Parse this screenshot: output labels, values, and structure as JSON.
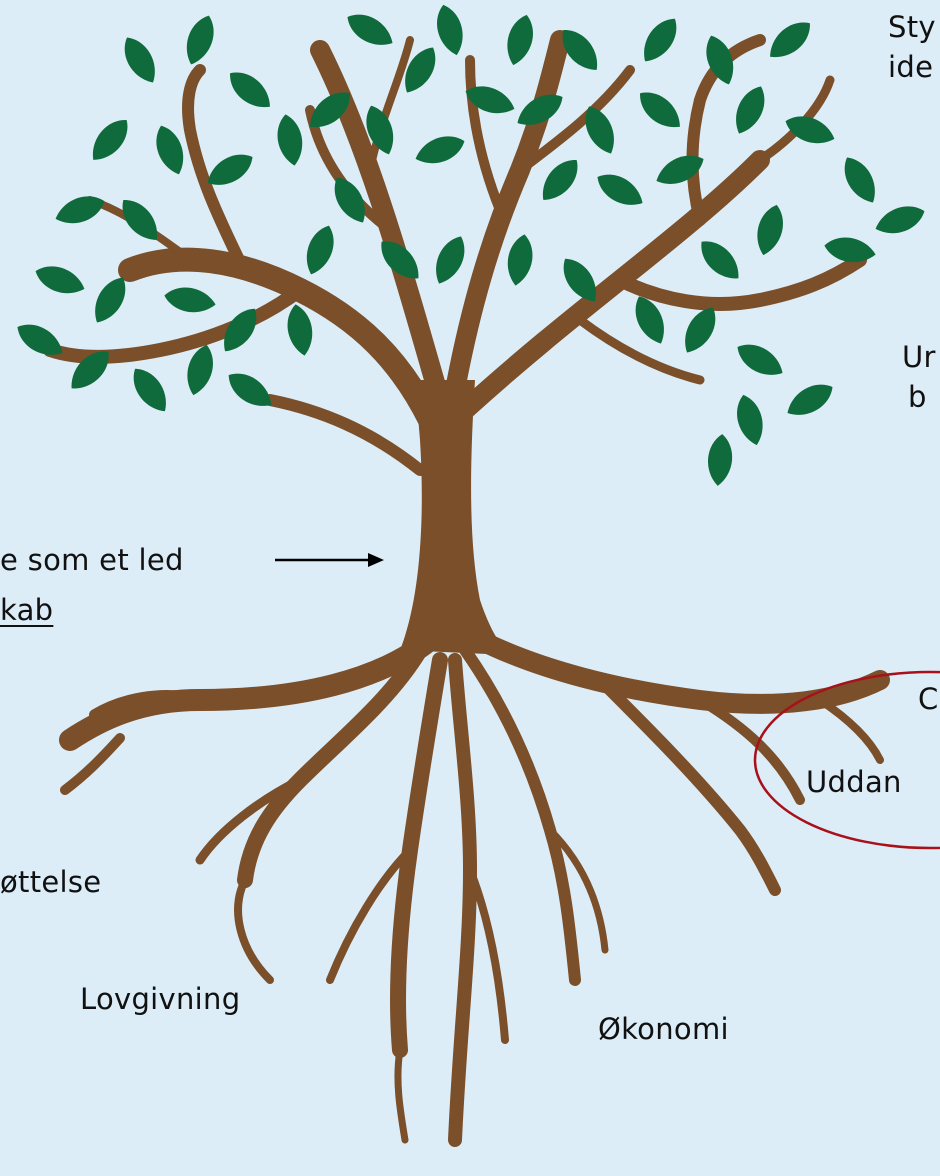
{
  "labels": {
    "top_right_line1": "Sty",
    "top_right_line2": "ide",
    "mid_right_line1": "Ur",
    "mid_right_line2": "b",
    "trunk_line1": "e som et led",
    "trunk_line2": "kab",
    "root_right": "C",
    "root_left": "øttelse",
    "highlight": "Uddan",
    "bottom_left": "Lovgivning",
    "bottom_right": "Økonomi"
  },
  "colors": {
    "background": "#dcedf7",
    "trunk": "#7a4f2a",
    "leaf": "#0f6b3c",
    "highlight_ring": "#a8101a",
    "arrow": "#000000"
  }
}
